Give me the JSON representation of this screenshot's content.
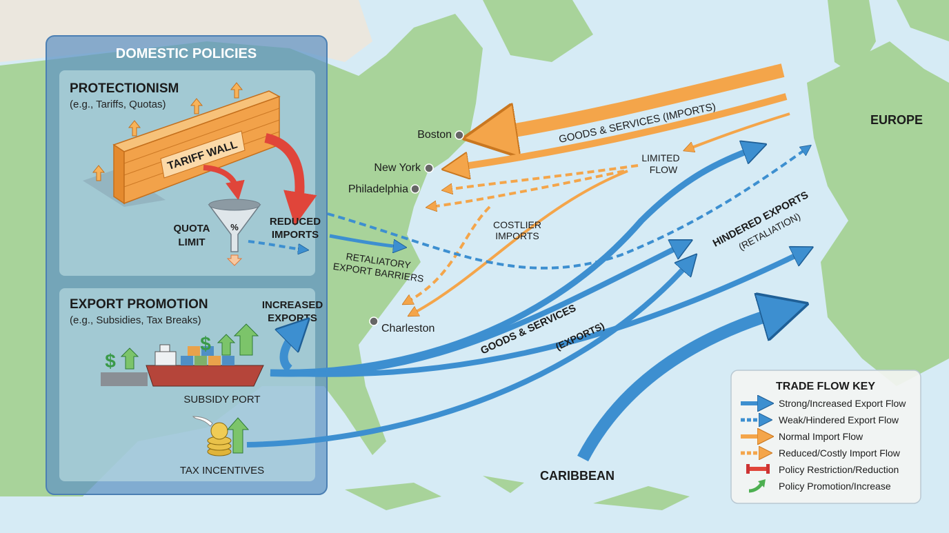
{
  "panel": {
    "title": "DOMESTIC POLICIES",
    "protectionism": {
      "title": "PROTECTIONISM",
      "subtitle": "(e.g., Tariffs, Quotas)",
      "wall_label": "TARIFF WALL",
      "quota_label_1": "QUOTA",
      "quota_label_2": "LIMIT",
      "funnel_symbol": "%",
      "reduced_1": "REDUCED",
      "reduced_2": "IMPORTS"
    },
    "export_promotion": {
      "title": "EXPORT PROMOTION",
      "subtitle": "(e.g., Subsidies, Tax Breaks)",
      "increased_1": "INCREASED",
      "increased_2": "EXPORTS",
      "subsidy_port": "SUBSIDY PORT",
      "tax_incentives": "TAX INCENTIVES",
      "dollar": "$"
    }
  },
  "map": {
    "cities": [
      "Boston",
      "New York",
      "Philadelphia",
      "Charleston"
    ],
    "regions": {
      "europe": "EUROPE",
      "caribbean": "CARIBBEAN"
    },
    "flow_labels": {
      "imports": "GOODS & SERVICES (IMPORTS)",
      "limited_1": "LIMITED",
      "limited_2": "FLOW",
      "costlier_1": "COSTLIER",
      "costlier_2": "IMPORTS",
      "retaliatory_1": "RETALIATORY",
      "retaliatory_2": "EXPORT BARRIERS",
      "hindered_1": "HINDERED EXPORTS",
      "hindered_2": "(RETALIATION)",
      "exports_1": "GOODS & SERVICES",
      "exports_2": "(EXPORTS)"
    }
  },
  "legend": {
    "title": "TRADE FLOW KEY",
    "items": [
      {
        "label": "Strong/Increased Export Flow",
        "icon": "solid-blue-arrow"
      },
      {
        "label": "Weak/Hindered Export Flow",
        "icon": "dashed-blue-arrow"
      },
      {
        "label": "Normal Import Flow",
        "icon": "solid-orange-arrow"
      },
      {
        "label": "Reduced/Costly Import Flow",
        "icon": "dashed-orange-arrow"
      },
      {
        "label": "Policy Restriction/Reduction",
        "icon": "red-barrier"
      },
      {
        "label": "Policy Promotion/Increase",
        "icon": "green-curved-arrow"
      }
    ]
  },
  "colors": {
    "ocean": "#d6ebf5",
    "land": "#a8d39a",
    "export_blue": "#3d8fd0",
    "import_orange": "#f4a54a",
    "restriction_red": "#e0453a",
    "promotion_green": "#4caf50",
    "panel_blue": "#5f93c4"
  }
}
